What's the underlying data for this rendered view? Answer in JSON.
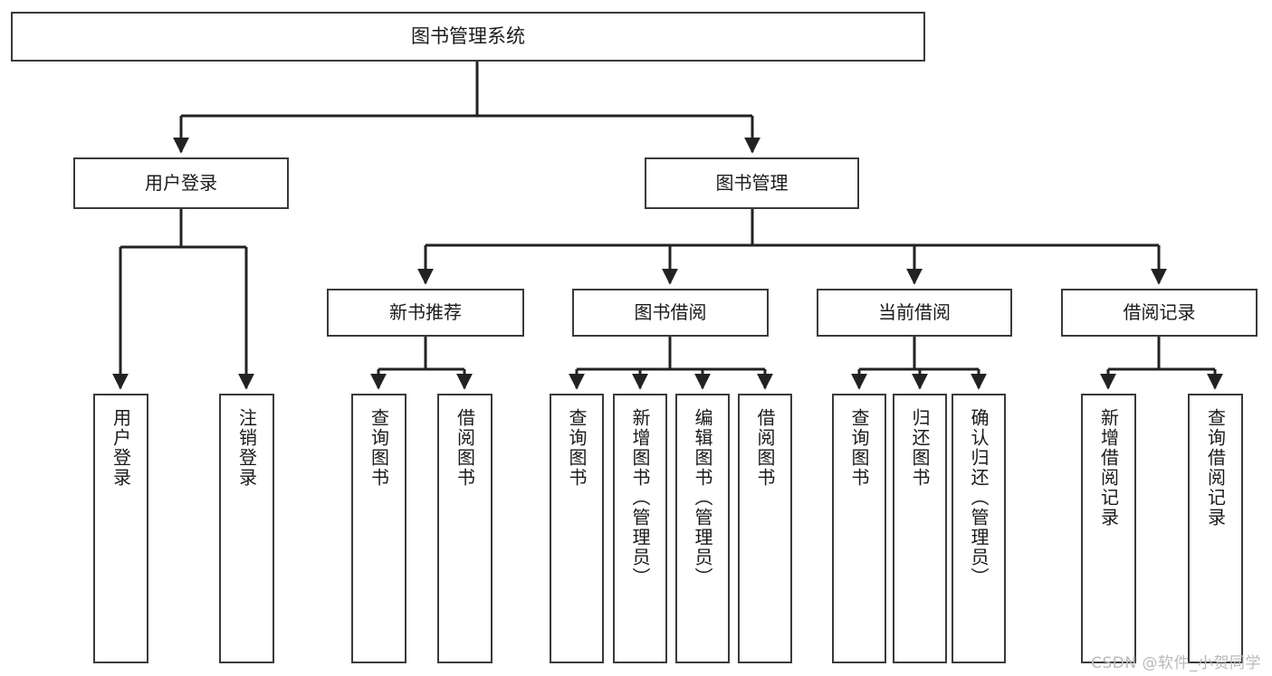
{
  "diagram": {
    "title": "图书管理系统",
    "type": "tree",
    "root": {
      "id": "root",
      "label": "图书管理系统"
    },
    "level1": [
      {
        "id": "user-login",
        "label": "用户登录"
      },
      {
        "id": "book-manage",
        "label": "图书管理"
      }
    ],
    "level2": [
      {
        "id": "new-book-rec",
        "label": "新书推荐"
      },
      {
        "id": "book-borrow",
        "label": "图书借阅"
      },
      {
        "id": "current-borrow",
        "label": "当前借阅"
      },
      {
        "id": "borrow-log",
        "label": "借阅记录"
      }
    ],
    "leaves": [
      {
        "id": "leaf-user-login",
        "label": "用户登录"
      },
      {
        "id": "leaf-user-logout",
        "label": "注销登录"
      },
      {
        "id": "leaf-rec-query",
        "label": "查询图书"
      },
      {
        "id": "leaf-rec-borrow",
        "label": "借阅图书"
      },
      {
        "id": "leaf-bb-query",
        "label": "查询图书"
      },
      {
        "id": "leaf-bb-add",
        "label": "新增图书（管理员）"
      },
      {
        "id": "leaf-bb-edit",
        "label": "编辑图书（管理员）"
      },
      {
        "id": "leaf-bb-borrow",
        "label": "借阅图书"
      },
      {
        "id": "leaf-cb-query",
        "label": "查询图书"
      },
      {
        "id": "leaf-cb-return",
        "label": "归还图书"
      },
      {
        "id": "leaf-cb-confirm",
        "label": "确认归还（管理员）"
      },
      {
        "id": "leaf-log-add",
        "label": "新增借阅记录"
      },
      {
        "id": "leaf-log-query",
        "label": "查询借阅记录"
      }
    ],
    "colors": {
      "box_border": "#3a3a3a",
      "edge": "#222222",
      "background": "#ffffff",
      "text": "#1a1a1a",
      "watermark": "#b9b9b9"
    }
  },
  "watermark": {
    "text": "CSDN @软件_小贺同学"
  }
}
